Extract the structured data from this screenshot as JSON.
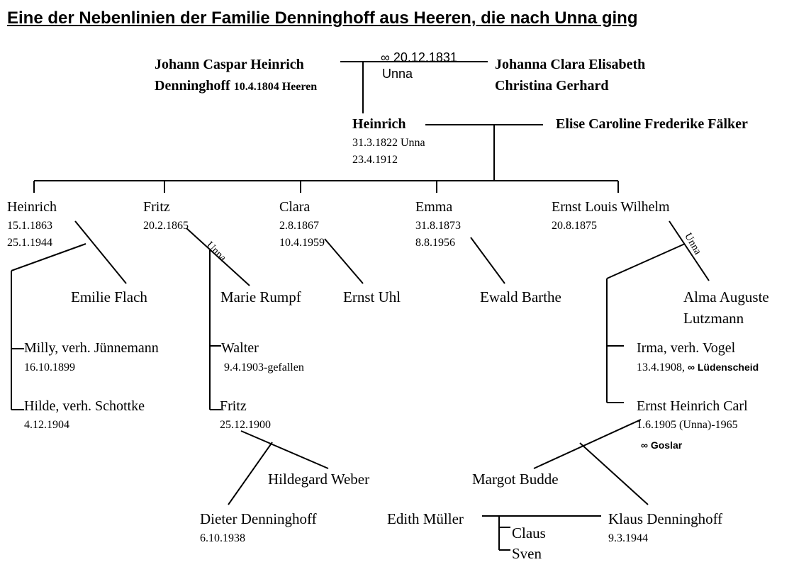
{
  "title": "Eine der Nebenlinien der Familie Denninghoff aus Heeren, die nach Unna ging",
  "gen1": {
    "husband_line1": "Johann Caspar Heinrich",
    "husband_line2": "Denninghoff",
    "husband_birth": "10.4.1804 Heeren",
    "marriage_date": "∞ 20.12.1831",
    "marriage_place": "Unna",
    "wife_line1": "Johanna Clara Elisabeth",
    "wife_line2": "Christina Gerhard"
  },
  "gen2": {
    "name": "Heinrich",
    "birth": "31.3.1822 Unna",
    "death": "23.4.1912",
    "spouse": "Elise Caroline Frederike Fälker"
  },
  "children": [
    {
      "name": "Heinrich",
      "date1": "15.1.1863",
      "date2": "25.1.1944",
      "spouse": "Emilie Flach"
    },
    {
      "name": "Fritz",
      "date1": "20.2.1865",
      "marriage_place": "Unna",
      "spouse": "Marie Rumpf"
    },
    {
      "name": "Clara",
      "date1": "2.8.1867",
      "date2": "10.4.1959",
      "spouse": "Ernst Uhl"
    },
    {
      "name": "Emma",
      "date1": "31.8.1873",
      "date2": "8.8.1956",
      "spouse": "Ewald Barthe"
    },
    {
      "name": "Ernst Louis Wilhelm",
      "date1": "20.8.1875",
      "marriage_place": "Unna",
      "spouse_line1": "Alma Auguste",
      "spouse_line2": "Lutzmann"
    }
  ],
  "heinrich_children": [
    {
      "name": "Milly, verh. Jünnemann",
      "date": "16.10.1899"
    },
    {
      "name": "Hilde, verh. Schottke",
      "date": "4.12.1904"
    }
  ],
  "fritz_children": [
    {
      "name": "Walter",
      "date": "9.4.1903-gefallen"
    },
    {
      "name": "Fritz",
      "date": "25.12.1900",
      "spouse": "Hildegard Weber"
    }
  ],
  "fritz_grandchild": {
    "name": "Dieter Denninghoff",
    "date": "6.10.1938"
  },
  "ernst_children": [
    {
      "name": "Irma, verh. Vogel",
      "date": "13.4.1908,",
      "marriage": "∞ Lüdenscheid"
    },
    {
      "name": "Ernst Heinrich Carl",
      "date": "1.6.1905 (Unna)-1965",
      "marriage": "∞ Goslar",
      "spouse": "Margot Budde"
    }
  ],
  "ernst_grandchild": {
    "name": "Klaus Denninghoff",
    "date": "9.3.1944",
    "spouse": "Edith Müller"
  },
  "great_grandchildren": [
    "Claus",
    "Sven"
  ]
}
